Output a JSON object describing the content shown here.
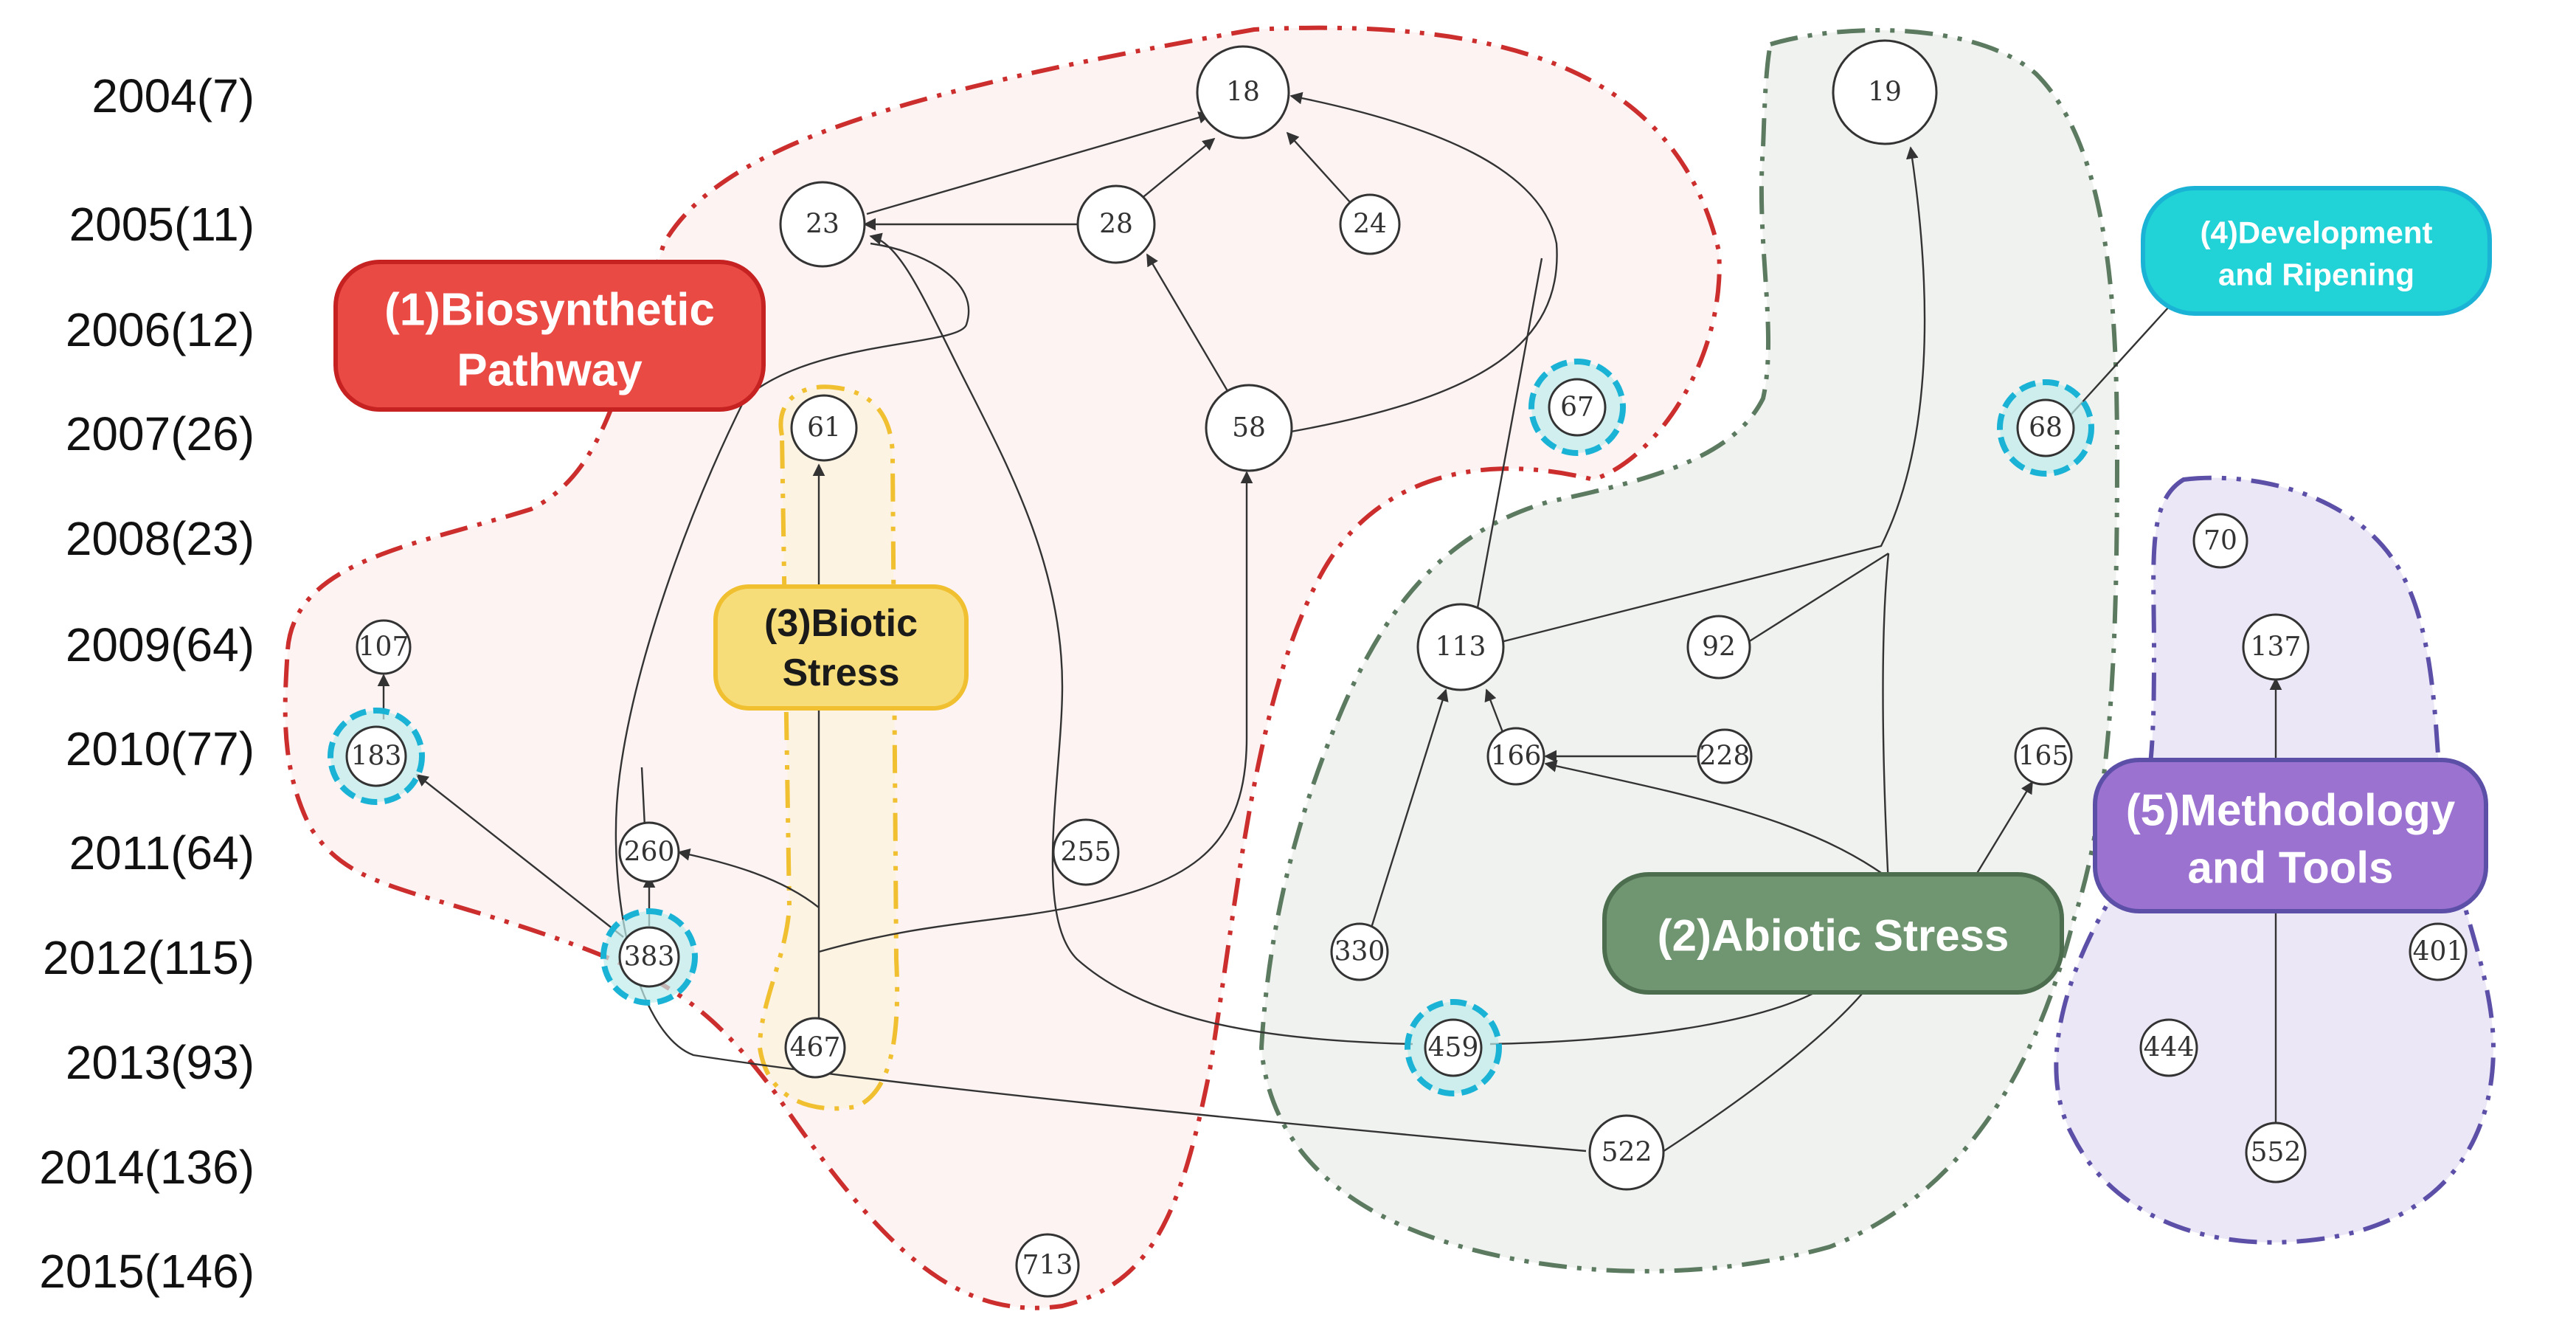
{
  "years": [
    {
      "label": "2004(7)"
    },
    {
      "label": "2005(11)"
    },
    {
      "label": "2006(12)"
    },
    {
      "label": "2007(26)"
    },
    {
      "label": "2008(23)"
    },
    {
      "label": "2009(64)"
    },
    {
      "label": "2010(77)"
    },
    {
      "label": "2011(64)"
    },
    {
      "label": "2012(115)"
    },
    {
      "label": "2013(93)"
    },
    {
      "label": "2014(136)"
    },
    {
      "label": "2015(146)"
    }
  ],
  "clusters": {
    "biosynthetic": {
      "label_line1": "(1)Biosynthetic",
      "label_line2": "Pathway",
      "color": "#e84040"
    },
    "abiotic": {
      "label": "(2)Abiotic Stress",
      "color": "#6a8f6a"
    },
    "biotic": {
      "label_line1": "(3)Biotic",
      "label_line2": "Stress",
      "color": "#f1c40f"
    },
    "development": {
      "label_line1": "(4)Development",
      "label_line2": "and Ripening",
      "color": "#1ccfd6"
    },
    "methodology": {
      "label_line1": "(5)Methodology",
      "label_line2": "and Tools",
      "color": "#9b72d0"
    }
  },
  "nodes": {
    "n18": "18",
    "n19": "19",
    "n23": "23",
    "n28": "28",
    "n24": "24",
    "n58": "58",
    "n61": "61",
    "n67": "67",
    "n68": "68",
    "n70": "70",
    "n107": "107",
    "n113": "113",
    "n92": "92",
    "n137": "137",
    "n183": "183",
    "n166": "166",
    "n228": "228",
    "n165": "165",
    "n260": "260",
    "n255": "255",
    "n383": "383",
    "n330": "330",
    "n401": "401",
    "n467": "467",
    "n459": "459",
    "n444": "444",
    "n522": "522",
    "n552": "552",
    "n713": "713"
  }
}
